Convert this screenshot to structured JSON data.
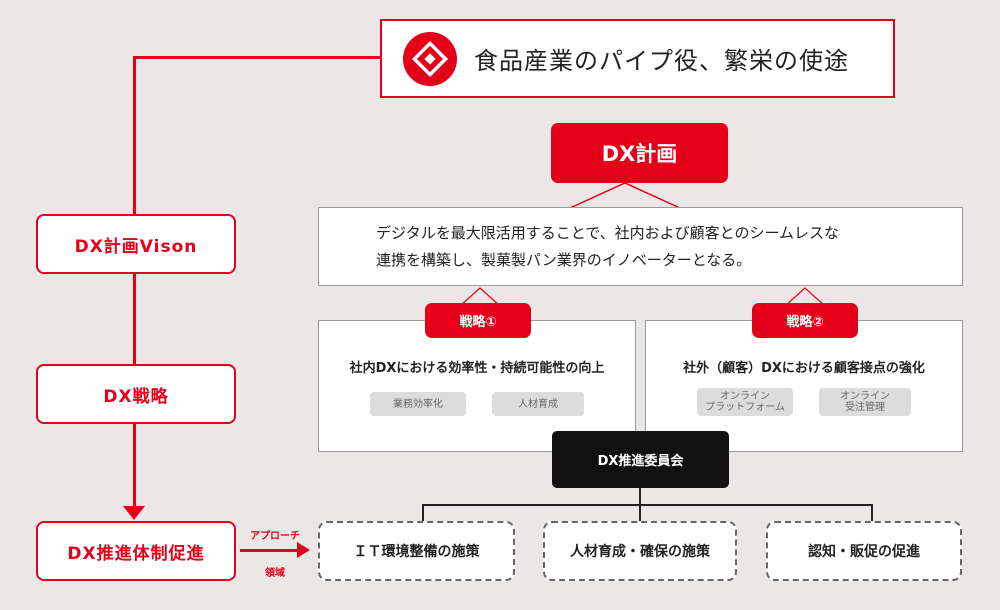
{
  "mission": "食品産業のパイプ役、繁栄の使途",
  "side_labels": {
    "vision": "DX計画Vison",
    "strategy": "DX戦略",
    "promotion": "DX推進体制促進"
  },
  "dx_plan": {
    "title": "DX計画",
    "vision_text": "デジタルを最大限活用することで、社内および顧客とのシームレスな\n連携を構築し、製菓製パン業界のイノベーターとなる。"
  },
  "strategies": [
    {
      "tag": "戦略①",
      "title": "社内DXにおける効率性・持続可能性の向上",
      "chips": [
        "業務効率化",
        "人材育成"
      ]
    },
    {
      "tag": "戦略②",
      "title": "社外（顧客）DXにおける顧客接点の強化",
      "chips": [
        "オンライン\nプラットフォーム",
        "オンライン\n受注管理"
      ]
    }
  ],
  "committee": "DX推進委員会",
  "approach": {
    "label_top": "アプローチ",
    "label_bottom": "領域"
  },
  "measures": [
    "ＩＴ環境整備の施策",
    "人材育成・確保の施策",
    "認知・販促の促進"
  ],
  "colors": {
    "accent": "#e5001a",
    "background": "#ebe7e6",
    "committee": "#111111"
  }
}
